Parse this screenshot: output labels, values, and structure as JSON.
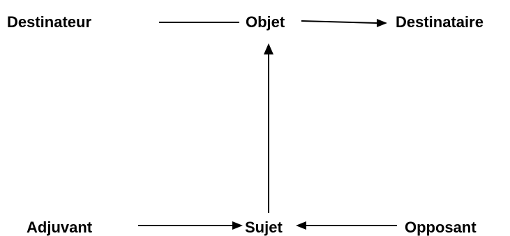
{
  "diagram": {
    "nodes": {
      "destinateur": "Destinateur",
      "objet": "Objet",
      "destinataire": "Destinataire",
      "adjuvant": "Adjuvant",
      "sujet": "Sujet",
      "opposant": "Opposant"
    },
    "edges": [
      {
        "from": "destinateur",
        "to": "objet",
        "arrow": false
      },
      {
        "from": "objet",
        "to": "destinataire",
        "arrow": true
      },
      {
        "from": "sujet",
        "to": "objet",
        "arrow": true
      },
      {
        "from": "adjuvant",
        "to": "sujet",
        "arrow": true
      },
      {
        "from": "opposant",
        "to": "sujet",
        "arrow": true
      }
    ],
    "colors": {
      "text": "#000000",
      "line": "#000000",
      "background": "#ffffff"
    }
  }
}
